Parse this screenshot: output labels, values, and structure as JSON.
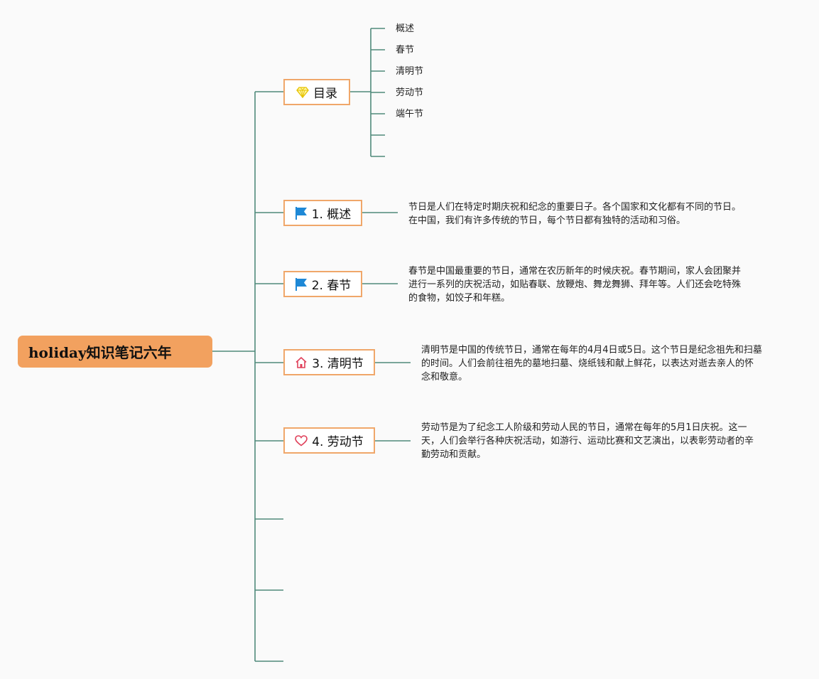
{
  "root": {
    "title": "holiday知识笔记六年"
  },
  "toc": {
    "title": "目录",
    "icon": "diamond-icon",
    "items": [
      "概述",
      "春节",
      "清明节",
      "劳动节",
      "端午节",
      "",
      ""
    ]
  },
  "topics": [
    {
      "title": "1. 概述",
      "icon": "flag-icon",
      "description": "节日是人们在特定时期庆祝和纪念的重要日子。各个国家和文化都有不同的节日。在中国，我们有许多传统的节日，每个节日都有独特的活动和习俗。"
    },
    {
      "title": "2. 春节",
      "icon": "flag-icon",
      "description": "春节是中国最重要的节日，通常在农历新年的时候庆祝。春节期间，家人会团聚并进行一系列的庆祝活动，如贴春联、放鞭炮、舞龙舞狮、拜年等。人们还会吃特殊的食物，如饺子和年糕。"
    },
    {
      "title": "3. 清明节",
      "icon": "home-icon",
      "description": "清明节是中国的传统节日，通常在每年的4月4日或5日。这个节日是纪念祖先和扫墓的时间。人们会前往祖先的墓地扫墓、烧纸钱和献上鲜花，以表达对逝去亲人的怀念和敬意。"
    },
    {
      "title": "4. 劳动节",
      "icon": "heart-icon",
      "description": "劳动节是为了纪念工人阶级和劳动人民的节日，通常在每年的5月1日庆祝。这一天，人们会举行各种庆祝活动，如游行、运动比赛和文艺演出，以表彰劳动者的辛勤劳动和贡献。"
    }
  ],
  "colors": {
    "root_fill": "#f2a15f",
    "node_border": "#f0a76a",
    "connector": "#4f8a7b",
    "flag": "#1e88d6",
    "diamond": "#f5d000",
    "home": "#e0405a",
    "heart": "#e0405a"
  }
}
